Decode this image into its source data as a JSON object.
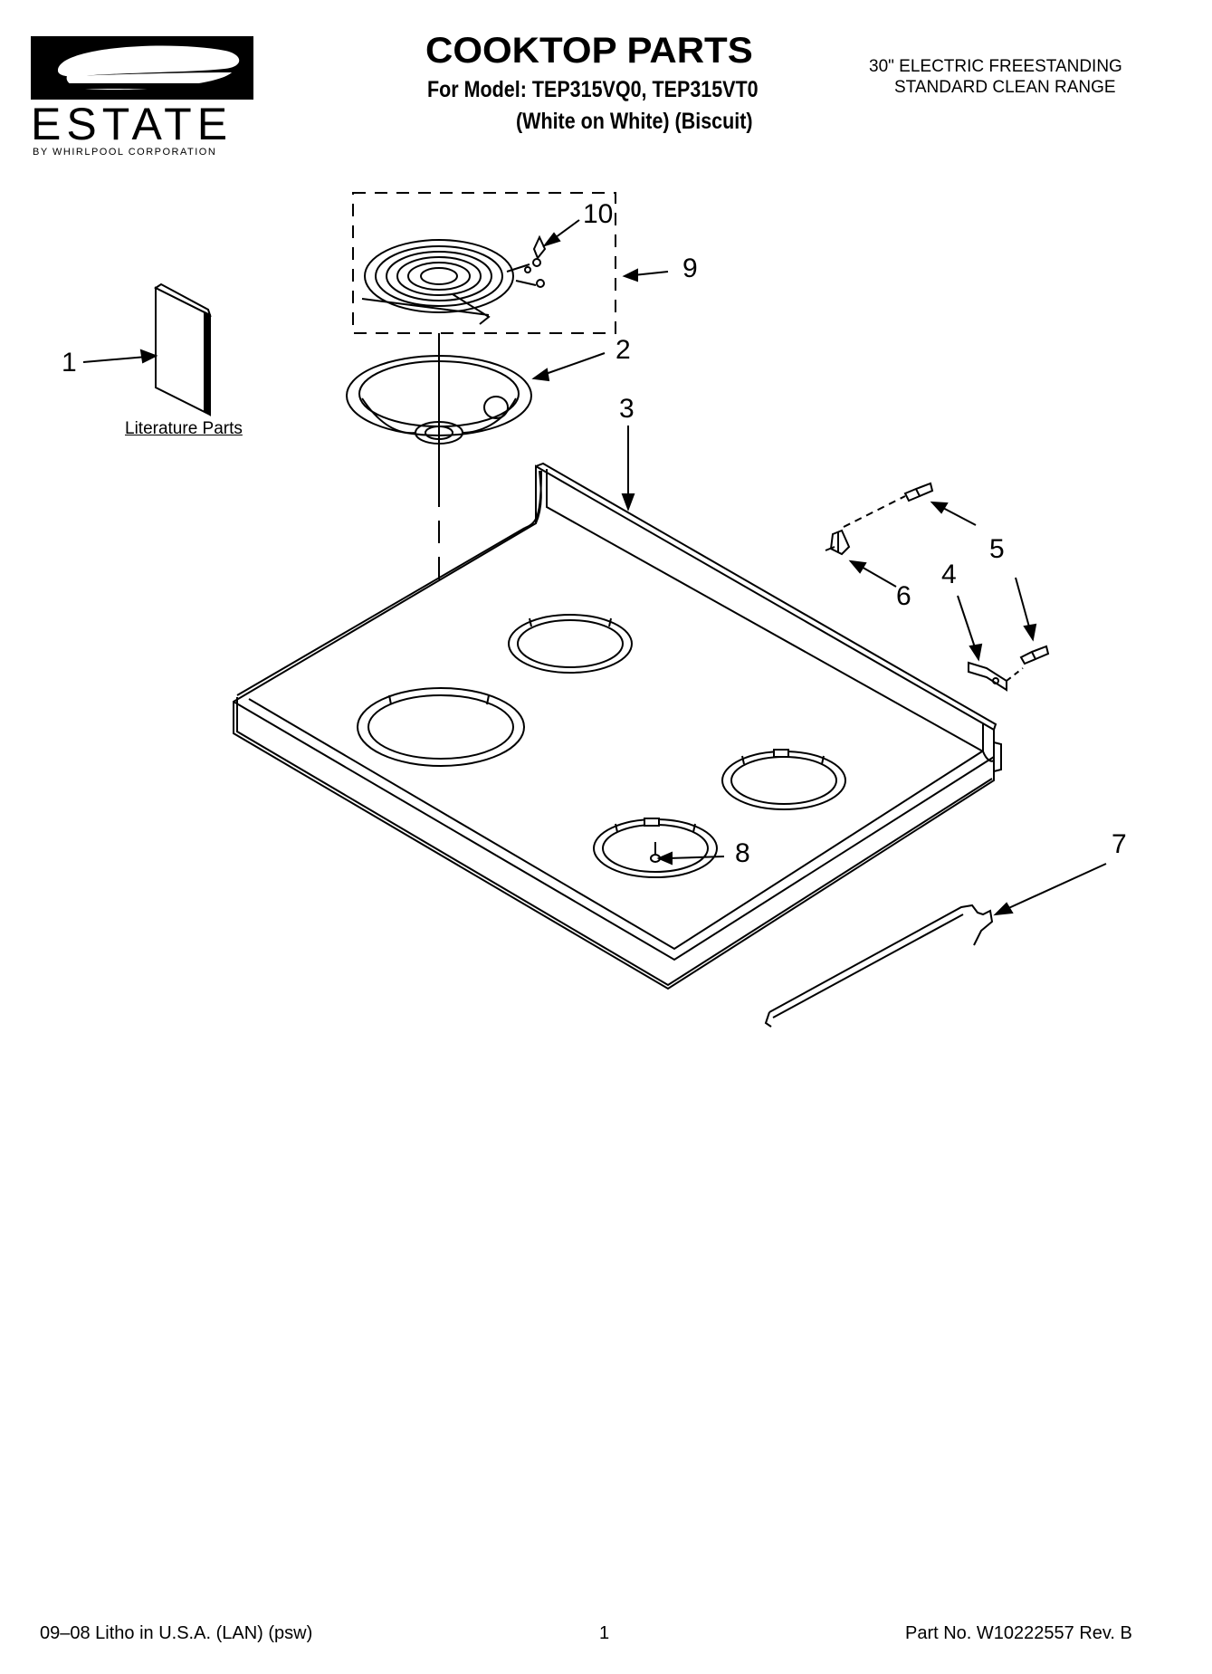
{
  "header": {
    "brand": "ESTATE",
    "brand_sub": "BY WHIRLPOOL CORPORATION",
    "title": "COOKTOP PARTS",
    "model_line": "For Model: TEP315VQ0, TEP315VT0",
    "color_line": "(White on White) (Biscuit)",
    "range_line1": "30\" ELECTRIC FREESTANDING",
    "range_line2": "STANDARD CLEAN RANGE"
  },
  "diagram": {
    "callouts": [
      "1",
      "2",
      "3",
      "4",
      "5",
      "6",
      "7",
      "8",
      "9",
      "10"
    ],
    "literature_label": "Literature Parts"
  },
  "footer": {
    "print_info": "09–08 Litho in U.S.A. (LAN) (psw)",
    "page_number": "1",
    "part_number": "Part No. W10222557 Rev. B"
  }
}
